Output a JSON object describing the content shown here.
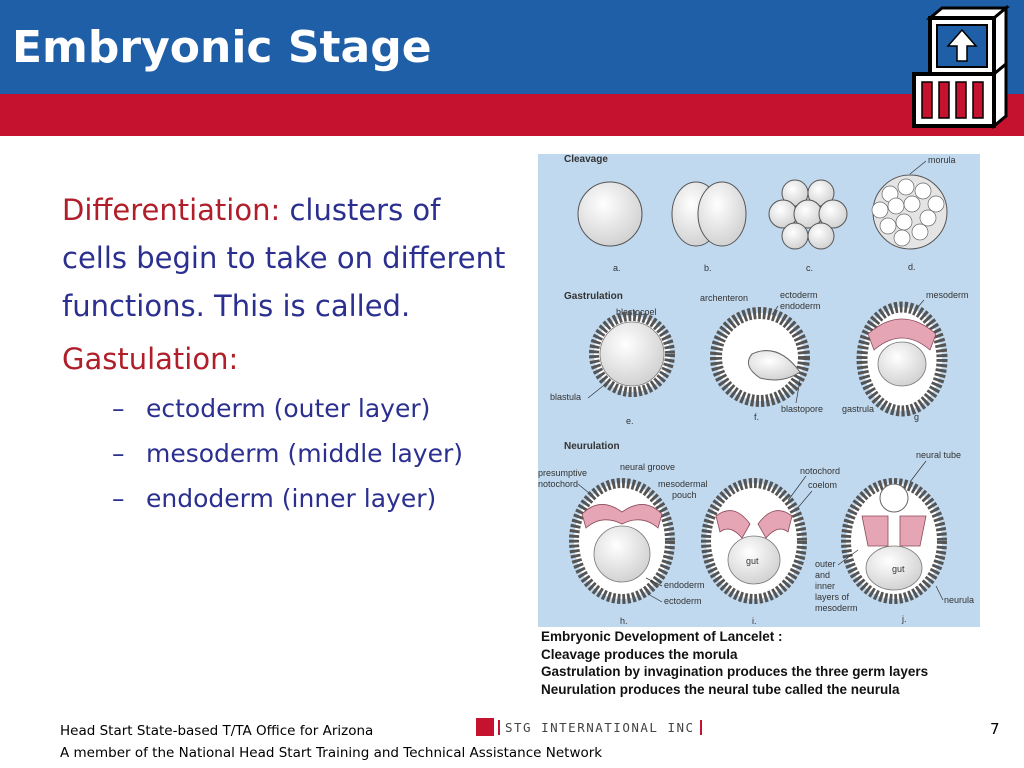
{
  "header": {
    "title": "Embryonic Stage",
    "colors": {
      "blue_bar": "#1f5fa8",
      "red_bar": "#c4122f"
    },
    "logo_icon": "building-blocks-logo-icon"
  },
  "content": {
    "paragraphs": [
      {
        "term": "Differentiation:",
        "text": " clusters of cells begin to take on different functions.  This is called."
      },
      {
        "term": "Gastulation:",
        "text": ""
      }
    ],
    "sub_items": [
      {
        "dash": "–",
        "text": "ectoderm (outer layer)"
      },
      {
        "dash": "–",
        "text": "mesoderm (middle layer)"
      },
      {
        "dash": "–",
        "text": "endoderm (inner layer)"
      }
    ]
  },
  "figure": {
    "section_headers": {
      "cleavage": "Cleavage",
      "gastrulation": "Gastrulation",
      "neurulation": "Neurulation"
    },
    "panel_letters": {
      "a": "a.",
      "b": "b.",
      "c": "c.",
      "d": "d.",
      "e": "e.",
      "f": "f.",
      "g": "g",
      "h": "h.",
      "i": "i.",
      "j": "j."
    },
    "labels": {
      "morula": "morula",
      "blastocoel": "blastocoel",
      "blastula": "blastula",
      "archenteron": "archenteron",
      "ectoderm": "ectoderm",
      "endoderm": "endoderm",
      "mesoderm": "mesoderm",
      "blastopore": "blastopore",
      "gastrula": "gastrula",
      "neural_tube": "neural tube",
      "presumptive": "presumptive",
      "notochord_left": "notochord",
      "neural_groove": "neural groove",
      "mesodermal": "mesodermal",
      "pouch": "pouch",
      "notochord": "notochord",
      "coelom": "coelom",
      "gut_i": "gut",
      "gut_j": "gut",
      "endoderm_h": "endoderm",
      "ectoderm_h": "ectoderm",
      "outer": "outer",
      "and": "and",
      "inner": "inner",
      "layers_of": "layers of",
      "mesoderm_j": "mesoderm",
      "neurula": "neurula"
    },
    "colors": {
      "background": "#c0d9ef",
      "cells": "#ffffff",
      "mesoderm_tint": "#e6a5b4"
    },
    "caption": {
      "title": "Embryonic Development of Lancelet :",
      "lines": [
        "Cleavage produces the morula",
        "Gastrulation by invagination produces the three germ layers",
        "Neurulation produces the neural tube called the neurula"
      ]
    }
  },
  "footer": {
    "line1": "Head Start State-based T/TA Office for Arizona",
    "line2": "A member of the National Head Start Training and Technical Assistance Network",
    "org_logo_text": "STG INTERNATIONAL INC",
    "page_number": "7"
  }
}
